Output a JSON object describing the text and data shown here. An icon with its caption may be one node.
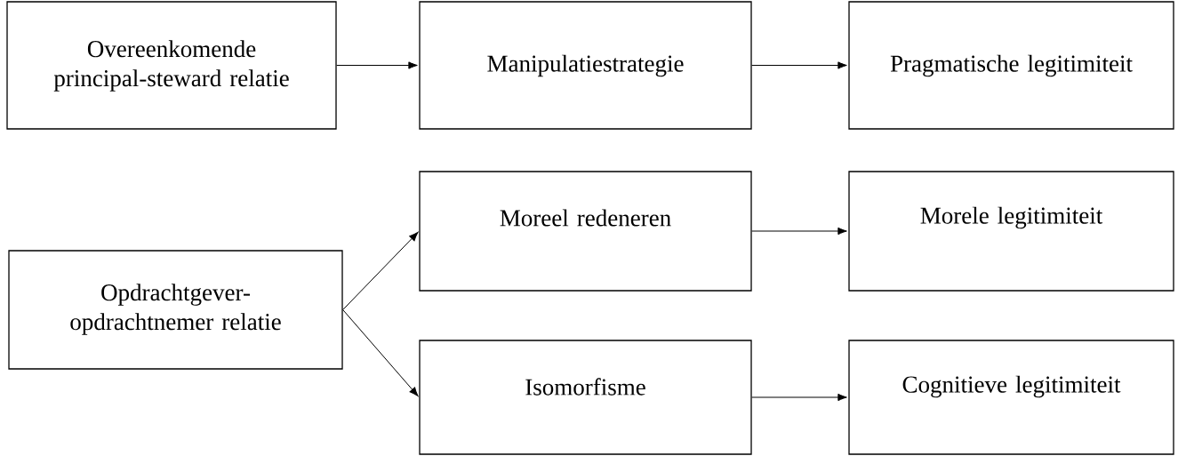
{
  "diagram": {
    "nodes": [
      {
        "text": [
          "Overeenkomende principal-steward relatie"
        ]
      },
      {
        "text": [
          "Manipulatiestrategie"
        ]
      },
      {
        "text": [
          "Pragmatische legitimiteit"
        ]
      },
      {
        "text": [
          "Opdrachtgever-opdrachtnemer relatie"
        ]
      },
      {
        "text": [
          "Moreel redeneren"
        ]
      },
      {
        "text": [
          "Morele legitimiteit"
        ]
      },
      {
        "text": [
          "Isomorfisme"
        ]
      },
      {
        "text": [
          "Cognitieve legitimiteit"
        ]
      }
    ],
    "edges": [
      {
        "from": 0,
        "to": 1,
        "arrow": "to"
      },
      {
        "from": 1,
        "to": 2,
        "arrow": "to"
      },
      {
        "from": 3,
        "to": 4,
        "arrow": "to"
      },
      {
        "from": 3,
        "to": 6,
        "arrow": "to"
      },
      {
        "from": 4,
        "to": 5,
        "arrow": "to"
      },
      {
        "from": 6,
        "to": 7,
        "arrow": "to"
      }
    ]
  }
}
